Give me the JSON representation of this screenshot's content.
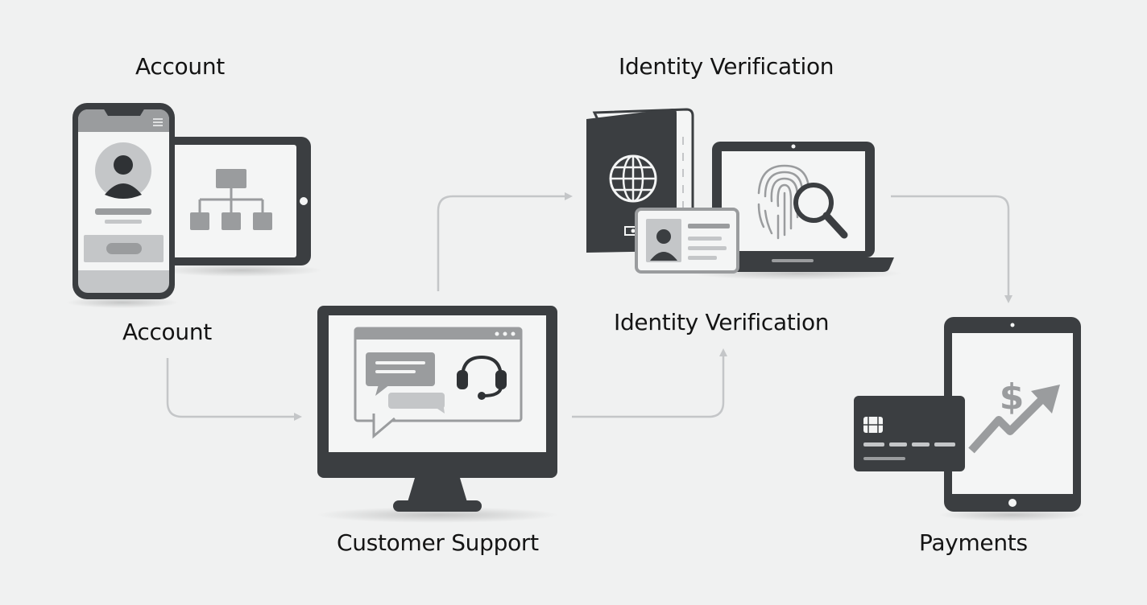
{
  "labels": {
    "account_top": "Account",
    "account_bottom": "Account",
    "identity_top": "Identity Verification",
    "identity_mid": "Identity Verification",
    "customer_support": "Customer Support",
    "payments": "Payments"
  },
  "icons": {
    "account": [
      "smartphone-profile-icon",
      "tablet-sitemap-icon"
    ],
    "identity": [
      "passport-icon",
      "id-card-icon",
      "laptop-fingerprint-icon"
    ],
    "support": [
      "desktop-monitor-icon",
      "chat-bubbles-icon",
      "headset-icon"
    ],
    "payments": [
      "tablet-growth-icon",
      "credit-card-icon",
      "dollar-sign-icon"
    ]
  },
  "payments_symbol": "$",
  "colors": {
    "background": "#f0f1f1",
    "device_dark": "#3b3e41",
    "screen_light": "#f4f5f5",
    "mid_gray": "#9a9c9e",
    "arrow_gray": "#c4c6c8",
    "text": "#141414"
  }
}
